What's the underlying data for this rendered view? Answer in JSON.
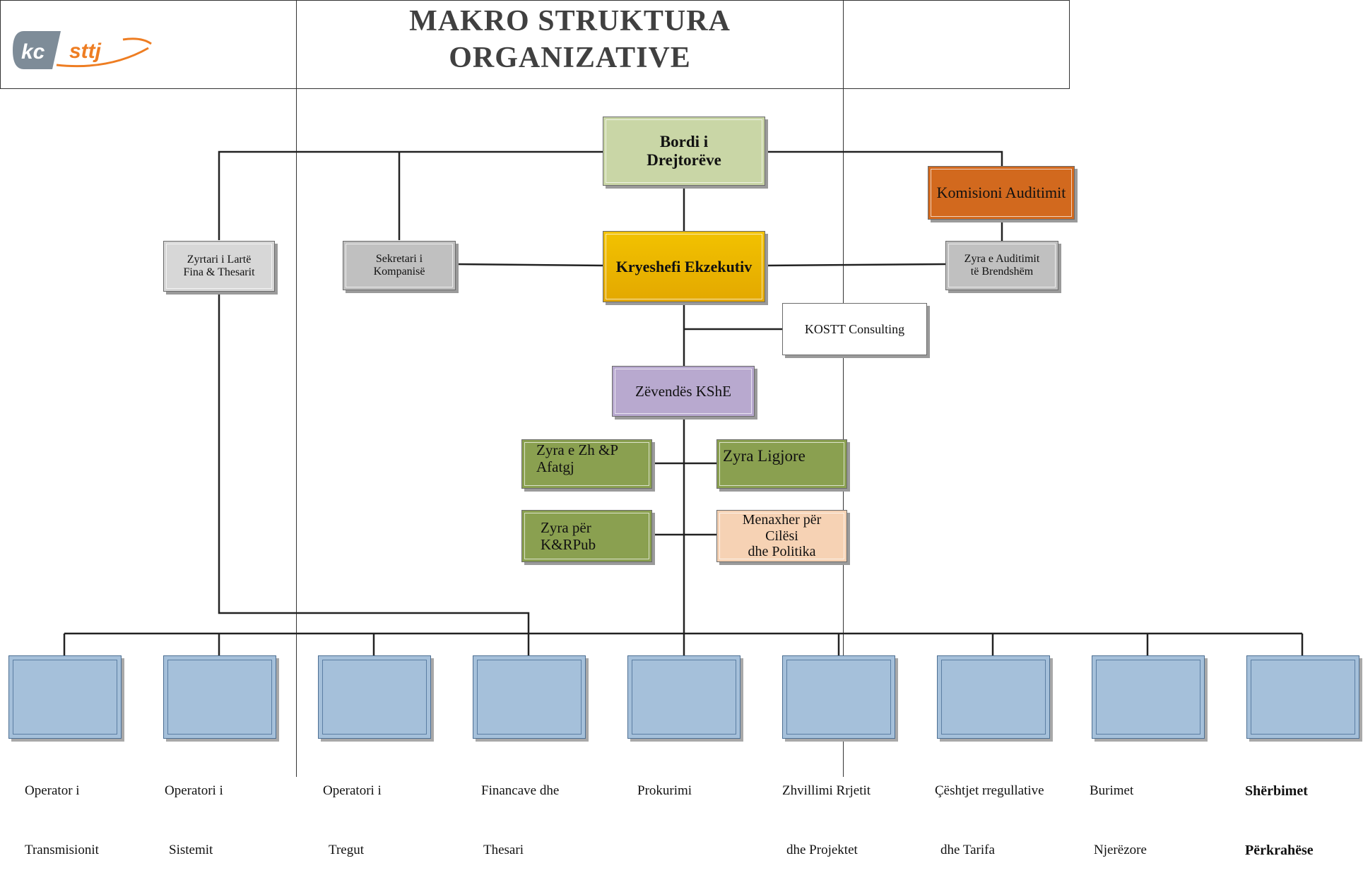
{
  "header": {
    "logo_text": "kc sttj",
    "title_line1": "MAKRO STRUKTURA",
    "title_line2": "ORGANIZATIVE"
  },
  "org": {
    "board": "Bordi i\nDrejtorëve",
    "audit_committee": "Komisioni Auditimit",
    "ceo": "Kryeshefi Ekzekutiv",
    "finance_officer": "Zyrtari i Lartë\nFina & Thesarit",
    "company_secretary": "Sekretari i\nKompanisë",
    "internal_audit": "Zyra e Auditimit\ntë Brendshëm",
    "consulting": "KOSTT Consulting",
    "deputy_ceo": "Zëvendës KShE",
    "office_zhp": "Zyra e Zh &P\nAfatgj",
    "legal_office": "Zyra Ligjore",
    "office_krpub": "Zyra për\nK&RPub",
    "quality_manager": "Menaxher për\nCilësi\ndhe Politika"
  },
  "departments": [
    {
      "line1": "Operator i",
      "line2": "Transmisionit"
    },
    {
      "line1": "Operatori i",
      "line2": "Sistemit"
    },
    {
      "line1": "Operatori i",
      "line2": "Tregut"
    },
    {
      "line1": "Financave dhe",
      "line2": "Thesari"
    },
    {
      "line1": "Prokurimi",
      "line2": ""
    },
    {
      "line1": "Zhvillimi Rrjetit",
      "line2": "dhe Projektet"
    },
    {
      "line1": "Çështjet rregullative",
      "line2": "dhe Tarifa"
    },
    {
      "line1": "Burimet",
      "line2": "Njerëzore"
    },
    {
      "line1": "Shërbimet",
      "line2": "Përkrahëse"
    }
  ],
  "colors": {
    "board": "#c9d6a6",
    "audit_committee": "#d2691e",
    "ceo": "#e9b200",
    "grey_box": "#c8c8c8",
    "deputy": "#b8a9cf",
    "green_office": "#8aa050",
    "quality": "#f6d2b4",
    "department": "#a5c0da"
  }
}
